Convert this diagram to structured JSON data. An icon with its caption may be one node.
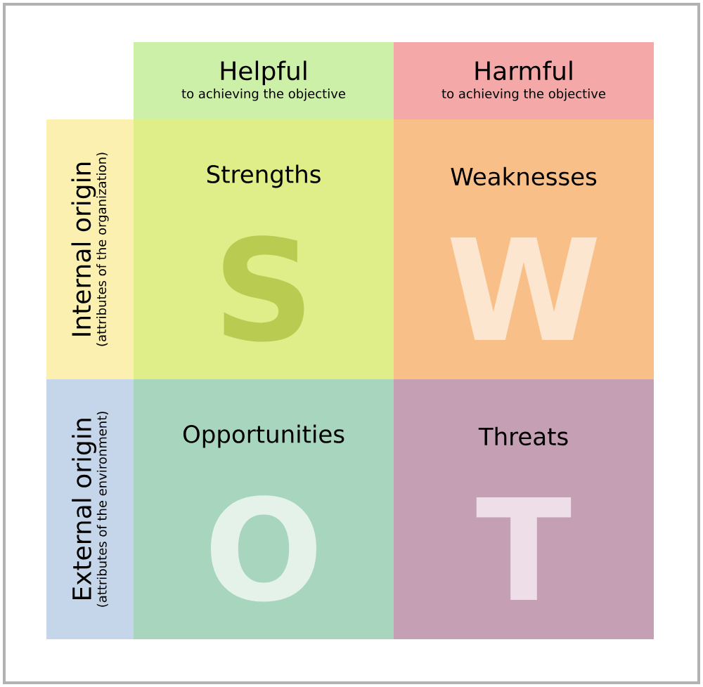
{
  "diagram": {
    "nodes": [
      {
        "text": [
          "Helpful",
          "to achieving the objective"
        ]
      },
      {
        "text": [
          "Harmful",
          "to achieving the objective"
        ]
      },
      {
        "text": [
          "Internal origin",
          "(attributes of the organization)"
        ]
      },
      {
        "text": [
          "External origin",
          "(attributes of the environment)"
        ]
      },
      {
        "text": [
          "Strengths",
          "S"
        ]
      },
      {
        "text": [
          "Weaknesses",
          "W"
        ]
      },
      {
        "text": [
          "Opportunities",
          "O"
        ]
      },
      {
        "text": [
          "Threats",
          "T"
        ]
      }
    ]
  }
}
